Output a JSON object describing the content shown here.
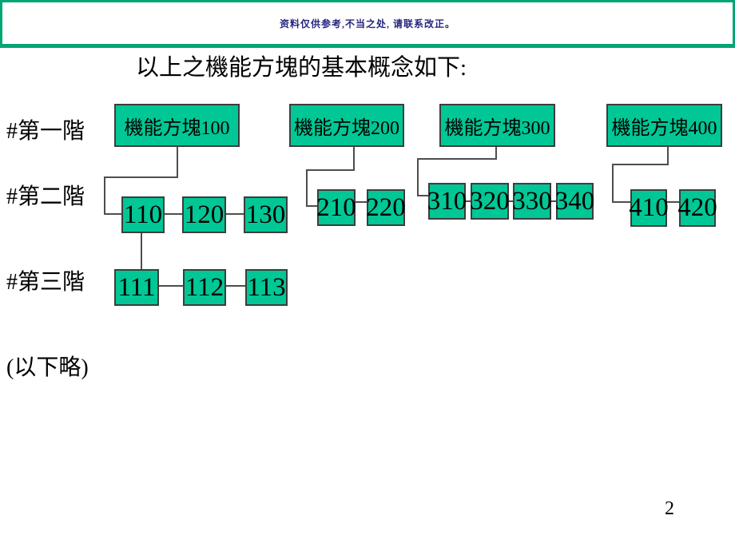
{
  "banner": {
    "notice": "资料仅供参考,不当之处, 请联系改正。"
  },
  "slide": {
    "title": "以上之機能方塊的基本概念如下:",
    "page_number": "2"
  },
  "labels": {
    "level1": "#第一階",
    "level2": "#第二階",
    "level3": "#第三階",
    "ellipsis": "(以下略)"
  },
  "diagram": {
    "level1": [
      "機能方塊100",
      "機能方塊200",
      "機能方塊300",
      "機能方塊400"
    ],
    "level2": [
      "110",
      "120",
      "130",
      "210",
      "220",
      "310",
      "320",
      "330",
      "340",
      "410",
      "420"
    ],
    "level3": [
      "111",
      "112",
      "113"
    ]
  },
  "colors": {
    "box-fill": "#00C795",
    "box-border": "#3d3d3d",
    "banner-border": "#00A674",
    "notice-text": "#26267E",
    "line": "#4d4d4d"
  }
}
